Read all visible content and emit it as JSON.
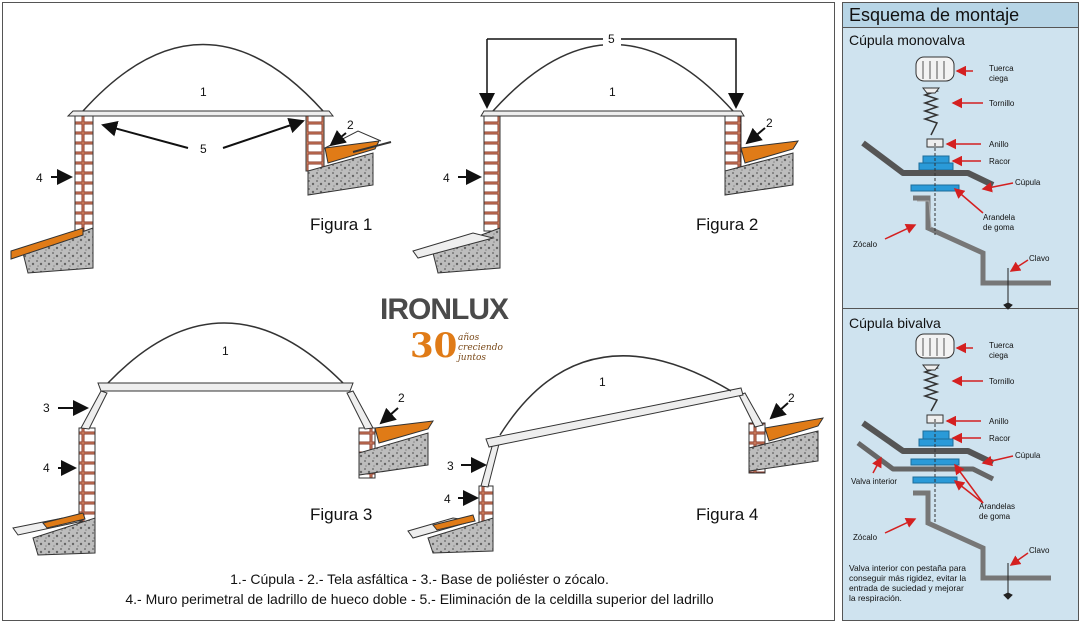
{
  "main": {
    "figures": [
      {
        "label": "Figura 1"
      },
      {
        "label": "Figura 2"
      },
      {
        "label": "Figura 3"
      },
      {
        "label": "Figura 4"
      }
    ],
    "numbers": {
      "n1": "1",
      "n2": "2",
      "n3": "3",
      "n4": "4",
      "n5": "5"
    },
    "caption": {
      "line1": "1.- Cúpula  - 2.- Tela asfáltica  - 3.- Base de poliéster o zócalo.",
      "line2": "4.- Muro perimetral de ladrillo de hueco doble  - 5.- Eliminación de la celdilla superior del ladrillo"
    },
    "logo": {
      "brand": "IRONLUX",
      "years": "30",
      "tagline": [
        "años",
        "creciendo",
        "juntos"
      ],
      "colors": {
        "brand": "#4a4a4a",
        "accent": "#e07b17"
      }
    }
  },
  "side": {
    "title": "Esquema de montaje",
    "mono": {
      "title": "Cúpula monovalva",
      "labels": {
        "tuerca": [
          "Tuerca",
          "ciega"
        ],
        "tornillo": "Tornillo",
        "anillo": "Anillo",
        "racor": "Racor",
        "cupula": "Cúpula",
        "arandela": [
          "Arandela",
          "de goma"
        ],
        "zocalo": "Zócalo",
        "clavo": "Clavo"
      }
    },
    "bi": {
      "title": "Cúpula bivalva",
      "labels": {
        "tuerca": [
          "Tuerca",
          "ciega"
        ],
        "tornillo": "Tornillo",
        "anillo": "Anillo",
        "racor": "Racor",
        "cupula": "Cúpula",
        "valva": "Valva interior",
        "arandelas": [
          "Arandelas",
          "de goma"
        ],
        "zocalo": "Zócalo",
        "clavo": "Clavo"
      },
      "note": "Valva interior con pestaña para conseguir más rigidez, evitar la entrada de suciedad y mejorar la respiración."
    },
    "colors": {
      "background": "#cfe3ef",
      "arrow": "#d42020",
      "blue": "#2a9ad8",
      "grey": "#666666"
    }
  }
}
